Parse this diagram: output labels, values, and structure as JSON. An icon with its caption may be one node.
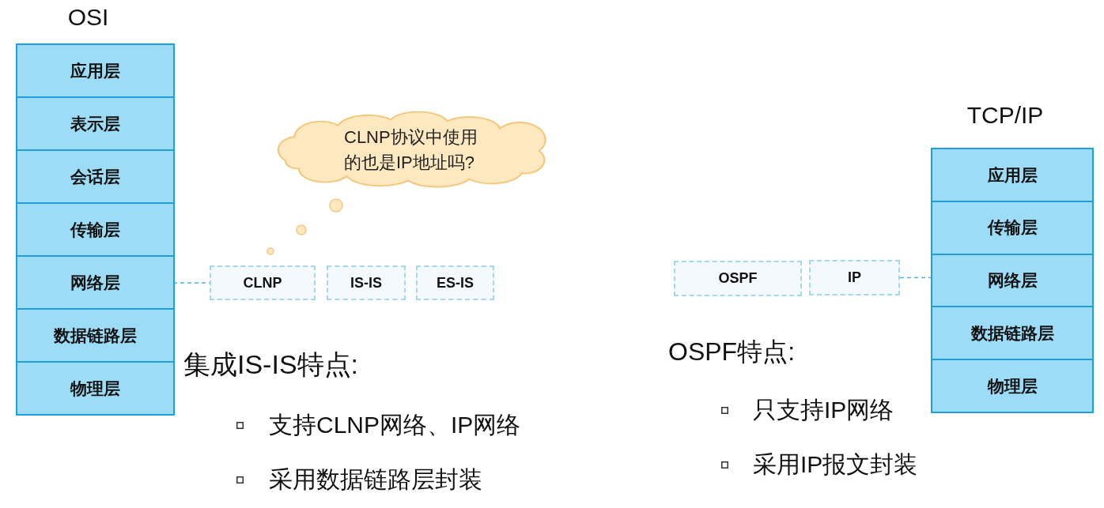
{
  "diagram": {
    "nodes": [
      {
        "text": [
          "OSI"
        ]
      },
      {
        "text": [
          "应用层"
        ],
        "in": 0
      },
      {
        "text": [
          "表示层"
        ],
        "in": 0
      },
      {
        "text": [
          "会话层"
        ],
        "in": 0
      },
      {
        "text": [
          "传输层"
        ],
        "in": 0
      },
      {
        "text": [
          "网络层"
        ],
        "in": 0
      },
      {
        "text": [
          "数据链路层"
        ],
        "in": 0
      },
      {
        "text": [
          "物理层"
        ],
        "in": 0
      },
      {
        "text": [
          "CLNP"
        ]
      },
      {
        "text": [
          "IS-IS"
        ]
      },
      {
        "text": [
          "ES-IS"
        ]
      },
      {
        "text": [
          "CLNP协议中使用的也是IP地址吗?"
        ]
      },
      {
        "text": [
          "TCP/IP"
        ]
      },
      {
        "text": [
          "应用层"
        ],
        "in": 12
      },
      {
        "text": [
          "传输层"
        ],
        "in": 12
      },
      {
        "text": [
          "网络层"
        ],
        "in": 12
      },
      {
        "text": [
          "数据链路层"
        ],
        "in": 12
      },
      {
        "text": [
          "物理层"
        ],
        "in": 12
      },
      {
        "text": [
          "OSPF"
        ]
      },
      {
        "text": [
          "IP"
        ]
      }
    ],
    "edges": [
      {
        "from": 5,
        "to": 8,
        "arrow": "none",
        "style": "dashed"
      },
      {
        "from": 19,
        "to": 15,
        "arrow": "none",
        "style": "dashed"
      }
    ],
    "labels": [
      "集成IS-IS特点:",
      "支持CLNP网络、IP网络",
      "采用数据链路层封装",
      "OSPF特点:",
      "只支持IP网络",
      "采用IP报文封装"
    ]
  }
}
